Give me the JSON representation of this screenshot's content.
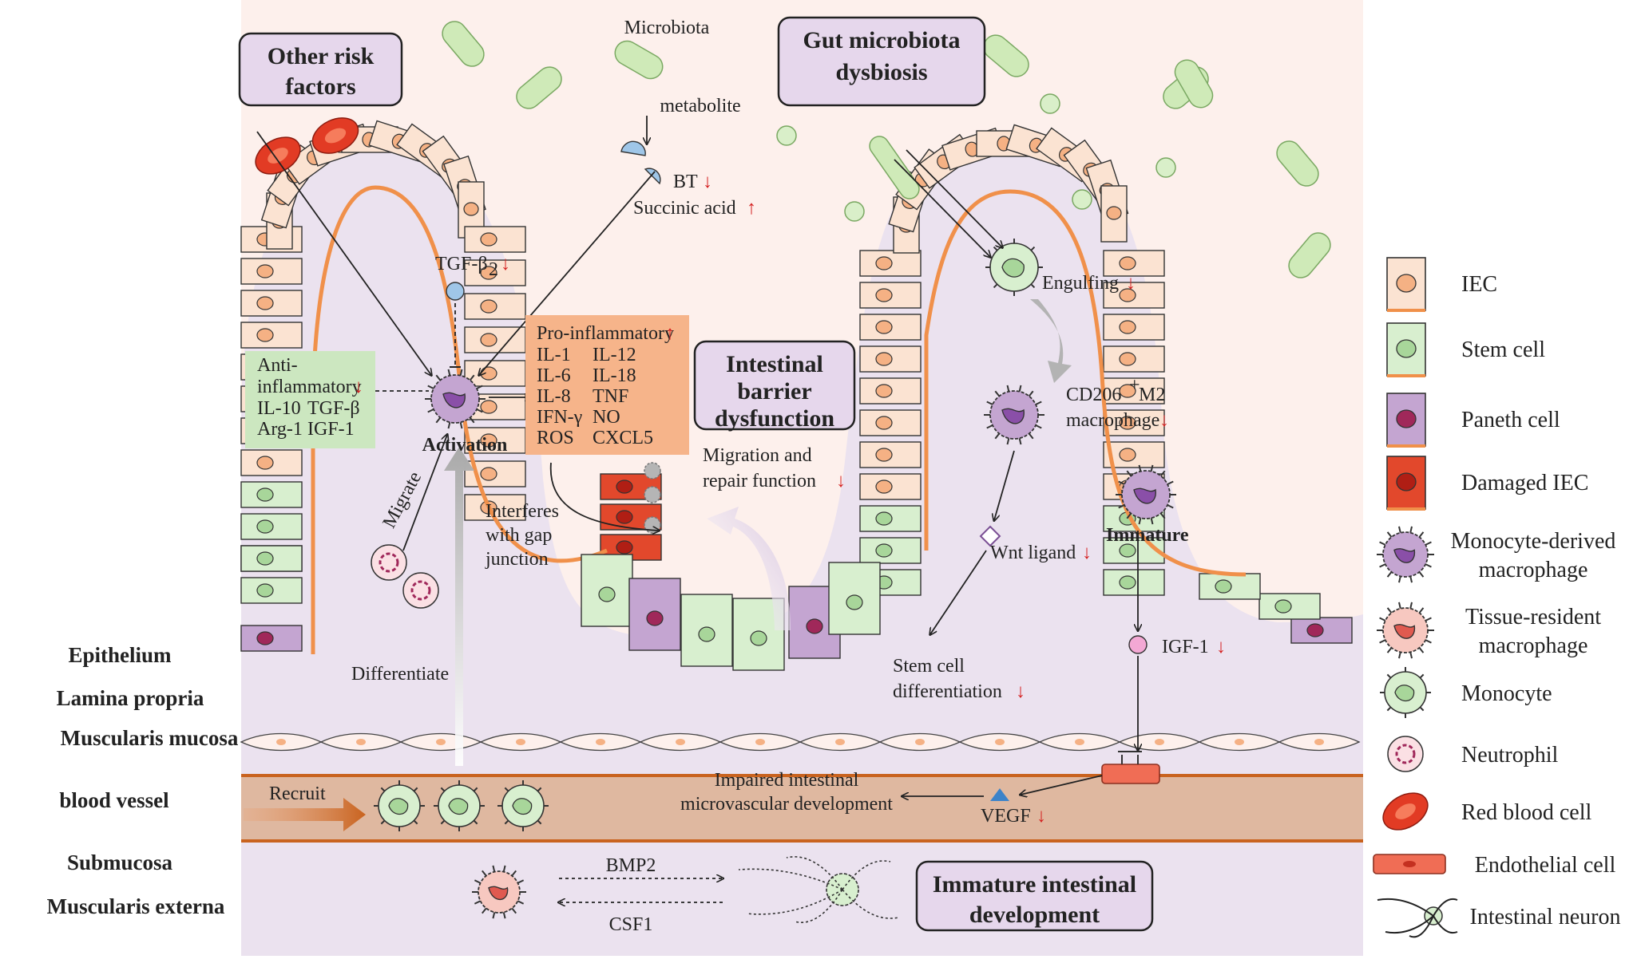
{
  "boxes": {
    "other_risk": [
      "Other risk",
      "factors"
    ],
    "gut_dysbiosis": [
      "Gut microbiota",
      "dysbiosis"
    ],
    "barrier": [
      "Intestinal",
      "barrier",
      "dysfunction"
    ],
    "immature": [
      "Immature intestinal",
      "development"
    ]
  },
  "labels": {
    "microbiota": "Microbiota",
    "metabolite": "metabolite",
    "bt": "BT",
    "succinic": "Succinic acid",
    "tgf": "TGF-β",
    "tgf_sub": "2",
    "activation": "Activation",
    "migrate": "Migrate",
    "differentiate": "Differentiate",
    "recruit": "Recruit",
    "interferes": [
      "Interferes",
      "with gap",
      "junction"
    ],
    "migration_repair": [
      "Migration and",
      "repair function"
    ],
    "engulfing": "Engulfing",
    "cd206": [
      "CD206",
      "+",
      " M2",
      "macrophage"
    ],
    "wnt": "Wnt ligand",
    "immature_cell": "Immature",
    "igf": "IGF-1",
    "stem_diff": [
      "Stem cell",
      "differentiation"
    ],
    "impaired": [
      "Impaired intestinal",
      "microvascular development"
    ],
    "vegf": "VEGF",
    "bmp2": "BMP2",
    "csf1": "CSF1",
    "down": "↓",
    "up": "↑"
  },
  "anti_inflammatory": {
    "title": [
      "Anti-",
      "inflammatory"
    ],
    "rows": [
      [
        "IL-10",
        "TGF-β"
      ],
      [
        "Arg-1",
        "IGF-1"
      ]
    ]
  },
  "pro_inflammatory": {
    "title": "Pro-inflammatory",
    "rows": [
      [
        "IL-1",
        "IL-12"
      ],
      [
        "IL-6",
        "IL-18"
      ],
      [
        "IL-8",
        "TNF"
      ],
      [
        "IFN-γ",
        "NO"
      ],
      [
        "ROS",
        "CXCL5"
      ]
    ]
  },
  "layers": [
    "Epithelium",
    "Lamina propria",
    "Muscularis mucosa",
    "blood vessel",
    "Submucosa",
    "Muscularis externa"
  ],
  "legend": [
    {
      "label": "IEC",
      "icon": "iec-icon"
    },
    {
      "label": "Stem cell",
      "icon": "stem-cell-icon"
    },
    {
      "label": "Paneth cell",
      "icon": "paneth-cell-icon"
    },
    {
      "label": "Damaged IEC",
      "icon": "damaged-iec-icon"
    },
    {
      "label": [
        "Monocyte-derived",
        "macrophage"
      ],
      "icon": "monocyte-macrophage-icon"
    },
    {
      "label": [
        "Tissue-resident",
        "macrophage"
      ],
      "icon": "tissue-macrophage-icon"
    },
    {
      "label": "Monocyte",
      "icon": "monocyte-icon"
    },
    {
      "label": "Neutrophil",
      "icon": "neutrophil-icon"
    },
    {
      "label": "Red blood cell",
      "icon": "rbc-icon"
    },
    {
      "label": "Endothelial cell",
      "icon": "endothelial-icon"
    },
    {
      "label": "Intestinal neuron",
      "icon": "neuron-icon"
    }
  ],
  "colors": {
    "iec_fill": "#fbe3d2",
    "iec_nucleus": "#f5b184",
    "stem_fill": "#d8efcf",
    "paneth_fill": "#c4a5d1",
    "damaged_fill": "#e2482c",
    "lumen": "#fdf0ec",
    "tissue": "#ebe2ef",
    "vessel": "#dfb8a0",
    "membrane": "#f0904a",
    "box_fill": "#e6d7ec",
    "pro_box": "#f6b48a",
    "anti_box": "#cce7c0"
  }
}
